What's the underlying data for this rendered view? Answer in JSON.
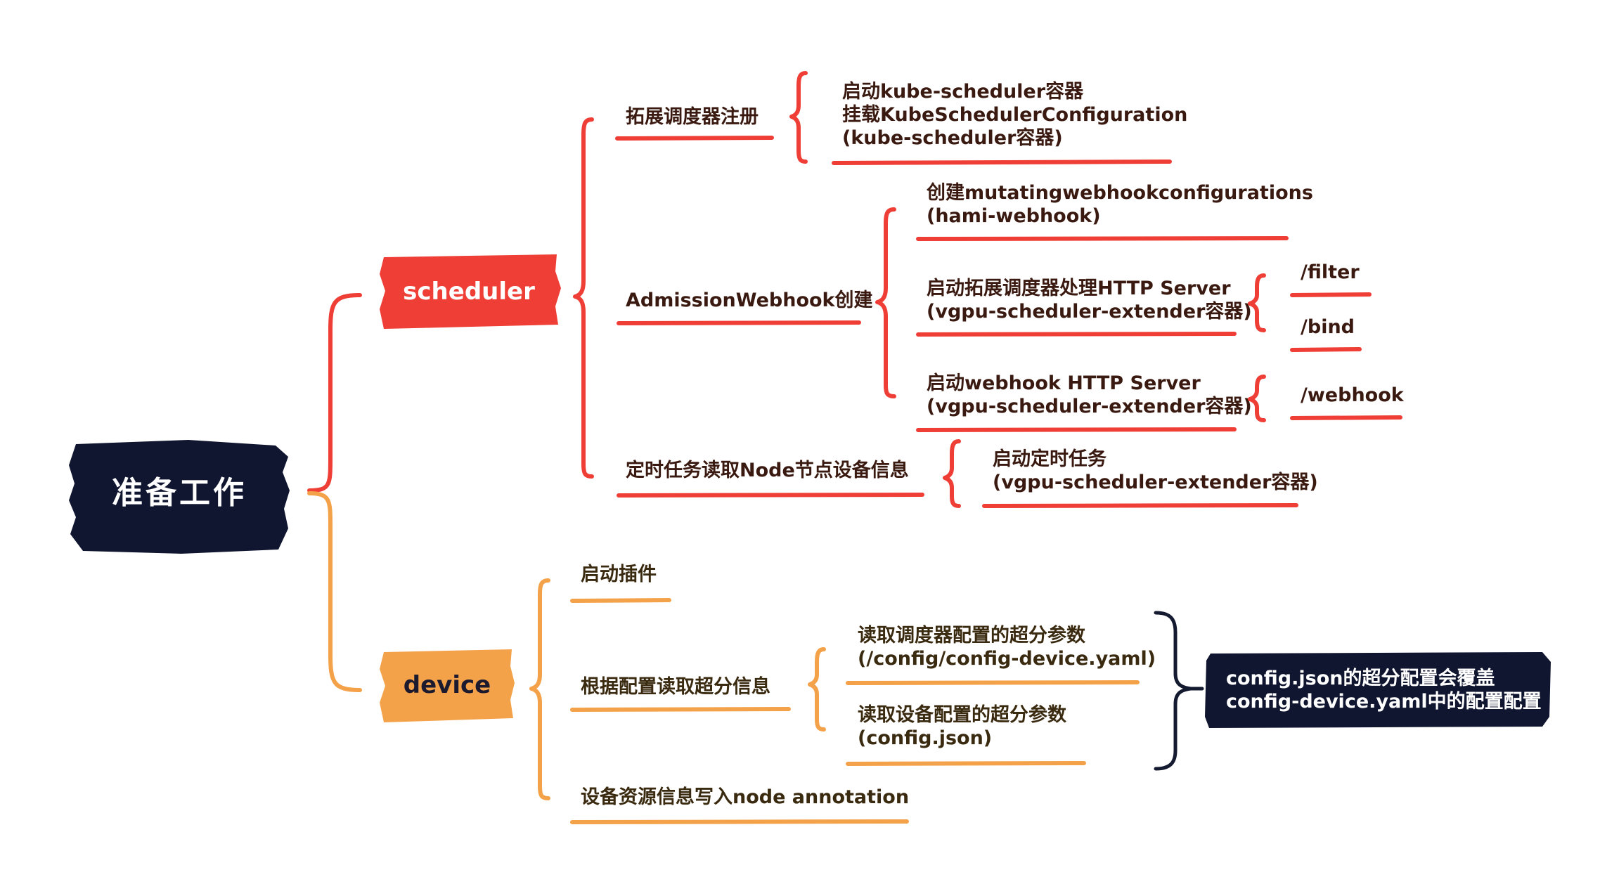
{
  "colors": {
    "scheduler": "#ee3e36",
    "device": "#f4a24a",
    "root": "#111630",
    "note": "#111630"
  },
  "root": {
    "label": "准备工作"
  },
  "scheduler": {
    "label": "scheduler",
    "ext_registration": {
      "label": "拓展调度器注册",
      "detail": [
        "启动kube-scheduler容器",
        "挂载KubeSchedulerConfiguration",
        "(kube-scheduler容器)"
      ]
    },
    "admission": {
      "label": "AdmissionWebhook创建",
      "create": [
        "创建mutatingwebhookconfigurations",
        "(hami-webhook)"
      ],
      "extender_server": {
        "lines": [
          "启动拓展调度器处理HTTP Server",
          "(vgpu-scheduler-extender容器)"
        ],
        "routes": [
          "/filter",
          "/bind"
        ]
      },
      "webhook_server": {
        "lines": [
          "启动webhook HTTP Server",
          "(vgpu-scheduler-extender容器)"
        ],
        "routes": [
          "/webhook"
        ]
      }
    },
    "timer": {
      "label": "定时任务读取Node节点设备信息",
      "detail": [
        "启动定时任务",
        "(vgpu-scheduler-extender容器)"
      ]
    }
  },
  "device": {
    "label": "device",
    "start_plugin": {
      "label": "启动插件"
    },
    "oversub": {
      "label": "根据配置读取超分信息",
      "scheduler_cfg": [
        "读取调度器配置的超分参数",
        "(/config/config-device.yaml)"
      ],
      "device_cfg": [
        "读取设备配置的超分参数",
        "(config.json)"
      ],
      "note": [
        "config.json的超分配置会覆盖",
        "config-device.yaml中的配置配置"
      ]
    },
    "annotation": {
      "label": "设备资源信息写入node annotation"
    }
  }
}
